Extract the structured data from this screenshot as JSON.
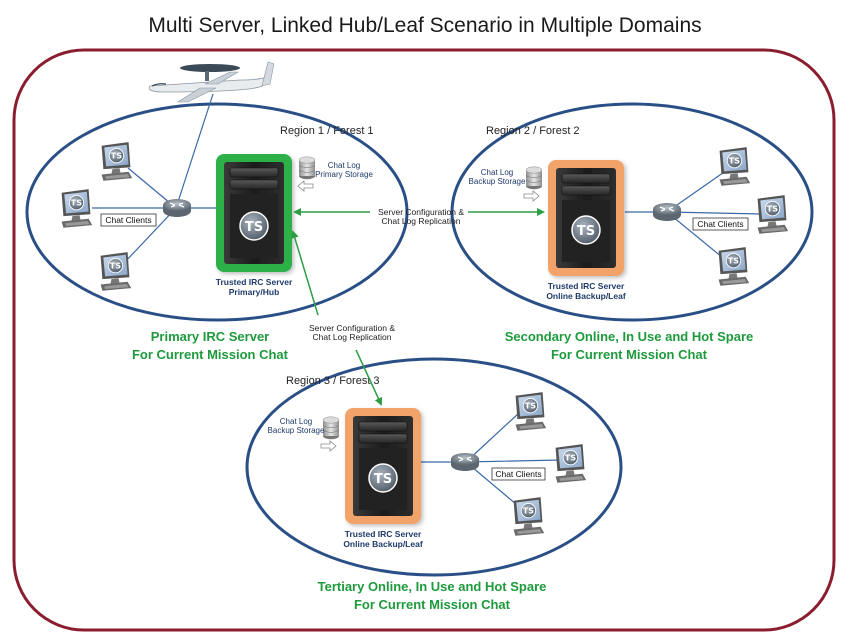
{
  "title": "Multi Server, Linked Hub/Leaf Scenario in Multiple Domains",
  "regions": [
    {
      "label": "Region 1 / Forest 1"
    },
    {
      "label": "Region 2 / Forest 2"
    },
    {
      "label": "Region 3 / Forest 3"
    }
  ],
  "servers": [
    {
      "line1": "Trusted IRC Server",
      "line2": "Primary/Hub",
      "frame_color": "#2fb04a",
      "storage_line1": "Chat Log",
      "storage_line2": "Primary Storage"
    },
    {
      "line1": "Trusted IRC Server",
      "line2": "Online Backup/Leaf",
      "frame_color": "#f2a36a",
      "storage_line1": "Chat Log",
      "storage_line2": "Backup Storage"
    },
    {
      "line1": "Trusted IRC Server",
      "line2": "Online Backup/Leaf",
      "frame_color": "#f2a36a",
      "storage_line1": "Chat Log",
      "storage_line2": "Backup Storage"
    }
  ],
  "replication": [
    {
      "line1": "Server Configuration &",
      "line2": "Chat Log Replication"
    },
    {
      "line1": "Server Configuration &",
      "line2": "Chat Log Replication"
    }
  ],
  "clients_label": "Chat Clients",
  "workstation_badge": "TS",
  "captions": [
    {
      "line1": "Primary IRC Server",
      "line2": "For Current Mission Chat"
    },
    {
      "line1": "Secondary Online, In Use and Hot Spare",
      "line2": "For Current Mission Chat"
    },
    {
      "line1": "Tertiary Online, In Use and Hot Spare",
      "line2": "For Current Mission Chat"
    }
  ],
  "colors": {
    "outer_border": "#8a1e2e",
    "ellipse_stroke": "#2a4f86",
    "caption_green": "#1e9a3c",
    "arrow_green": "#2e9e46"
  },
  "icons": [
    "airplane-icon",
    "router-icon",
    "workstation-icon",
    "server-icon",
    "database-icon"
  ]
}
